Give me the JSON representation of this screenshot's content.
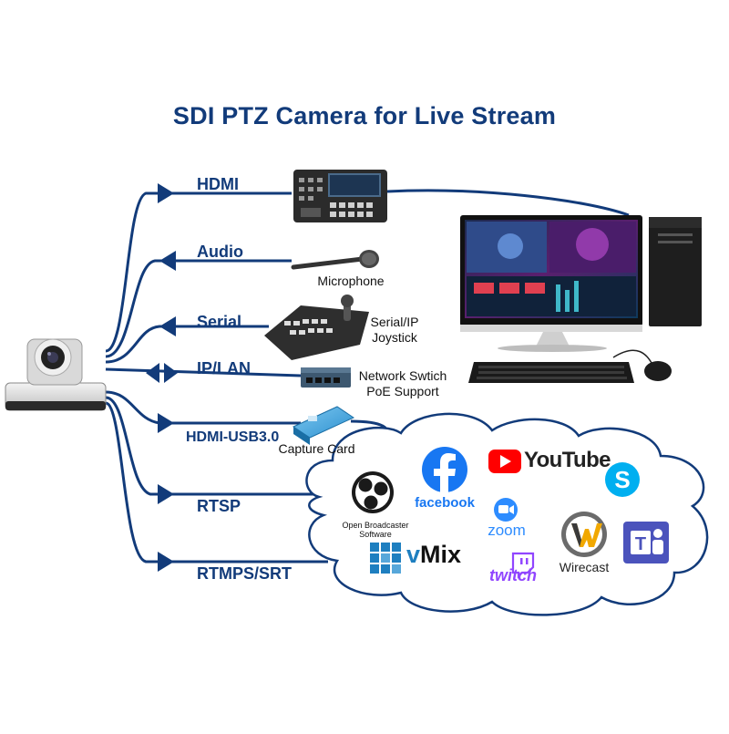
{
  "title": "SDI PTZ Camera for Live Stream",
  "connections": {
    "hdmi": "HDMI",
    "audio": "Audio",
    "serial": "Serial",
    "iplan": "IP/LAN",
    "hdmi_usb": "HDMI-USB3.0",
    "rtsp": "RTSP",
    "rtmps": "RTMPS/SRT"
  },
  "devices": {
    "microphone": "Microphone",
    "joystick_line1": "Serial/IP",
    "joystick_line2": "Joystick",
    "switch_line1": "Network Swtich",
    "switch_line2": "PoE Support",
    "capture": "Capture Card"
  },
  "platforms": {
    "obs": "Open Broadcaster Software",
    "facebook": "facebook",
    "youtube": "YouTube",
    "zoom": "zoom",
    "vmix_v": "v",
    "vmix_mix": "Mix",
    "twitch": "twitch",
    "wirecast": "Wirecast"
  },
  "colors": {
    "line": "#123b7a",
    "title": "#123b7a",
    "facebook": "#1877f2",
    "youtube": "#ff0000",
    "skype": "#00aff0",
    "zoom": "#2d8cff",
    "twitch": "#9146ff",
    "teams": "#4b53bc",
    "vmix": "#1e7fc0"
  }
}
